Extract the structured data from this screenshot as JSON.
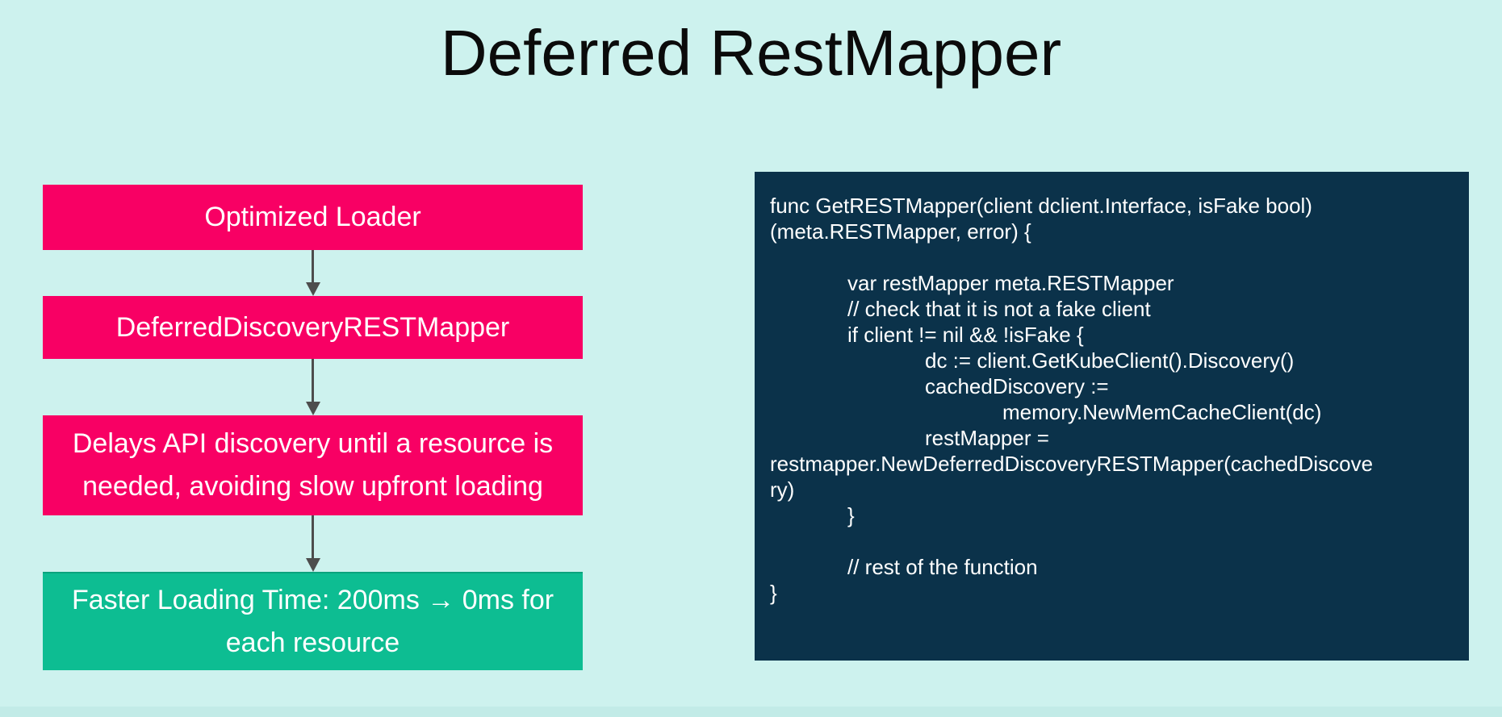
{
  "slide": {
    "title": "Deferred RestMapper"
  },
  "flowchart": {
    "boxes": [
      {
        "name": "optimized-loader",
        "color": "#F80064",
        "lines": [
          "Optimized Loader"
        ]
      },
      {
        "name": "deferred-discovery-restmapper",
        "color": "#F80064",
        "lines": [
          "DeferredDiscoveryRESTMapper"
        ]
      },
      {
        "name": "delays-api-discovery",
        "color": "#F80064",
        "lines": [
          "Delays API discovery until a resource is",
          "needed, avoiding slow upfront loading"
        ]
      },
      {
        "name": "faster-loading-time",
        "color": "#0DBD92",
        "lines": [
          "Faster Loading Time: 200ms → 0ms for",
          "each resource"
        ]
      }
    ],
    "arrow_color": "#4d4d4d"
  },
  "code_panel": {
    "background": "#0B324A",
    "text_color": "#ffffff",
    "lines": [
      "func GetRESTMapper(client dclient.Interface, isFake bool)",
      "(meta.RESTMapper, error) {",
      "",
      "\tvar restMapper meta.RESTMapper",
      "\t// check that it is not a fake client",
      "\tif client != nil && !isFake {",
      "\t\tdc := client.GetKubeClient().Discovery()",
      "\t\tcachedDiscovery :=",
      "\t\t\tmemory.NewMemCacheClient(dc)",
      "\t\trestMapper =",
      "restmapper.NewDeferredDiscoveryRESTMapper(cachedDiscove",
      "ry)",
      "\t}",
      "",
      "\t// rest of the function",
      "}"
    ]
  },
  "colors": {
    "background": "#CDF2EE",
    "bottom_strip": "#c2ebe7",
    "pink": "#F80064",
    "green": "#0DBD92",
    "navy": "#0B324A"
  }
}
